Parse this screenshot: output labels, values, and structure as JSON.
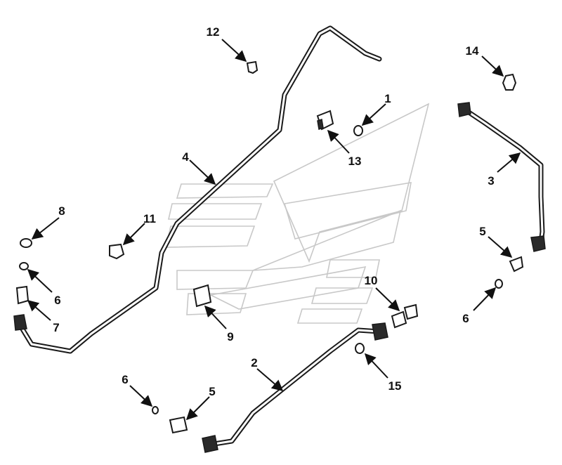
{
  "callouts": [
    {
      "id": "c1",
      "label": "1"
    },
    {
      "id": "c2",
      "label": "2"
    },
    {
      "id": "c3",
      "label": "3"
    },
    {
      "id": "c4",
      "label": "4"
    },
    {
      "id": "c5a",
      "label": "5"
    },
    {
      "id": "c5b",
      "label": "5"
    },
    {
      "id": "c6a",
      "label": "6"
    },
    {
      "id": "c6b",
      "label": "6"
    },
    {
      "id": "c6c",
      "label": "6"
    },
    {
      "id": "c7",
      "label": "7"
    },
    {
      "id": "c8",
      "label": "8"
    },
    {
      "id": "c9",
      "label": "9"
    },
    {
      "id": "c10",
      "label": "10"
    },
    {
      "id": "c11",
      "label": "11"
    },
    {
      "id": "c12",
      "label": "12"
    },
    {
      "id": "c13",
      "label": "13"
    },
    {
      "id": "c14",
      "label": "14"
    },
    {
      "id": "c15",
      "label": "15"
    }
  ]
}
